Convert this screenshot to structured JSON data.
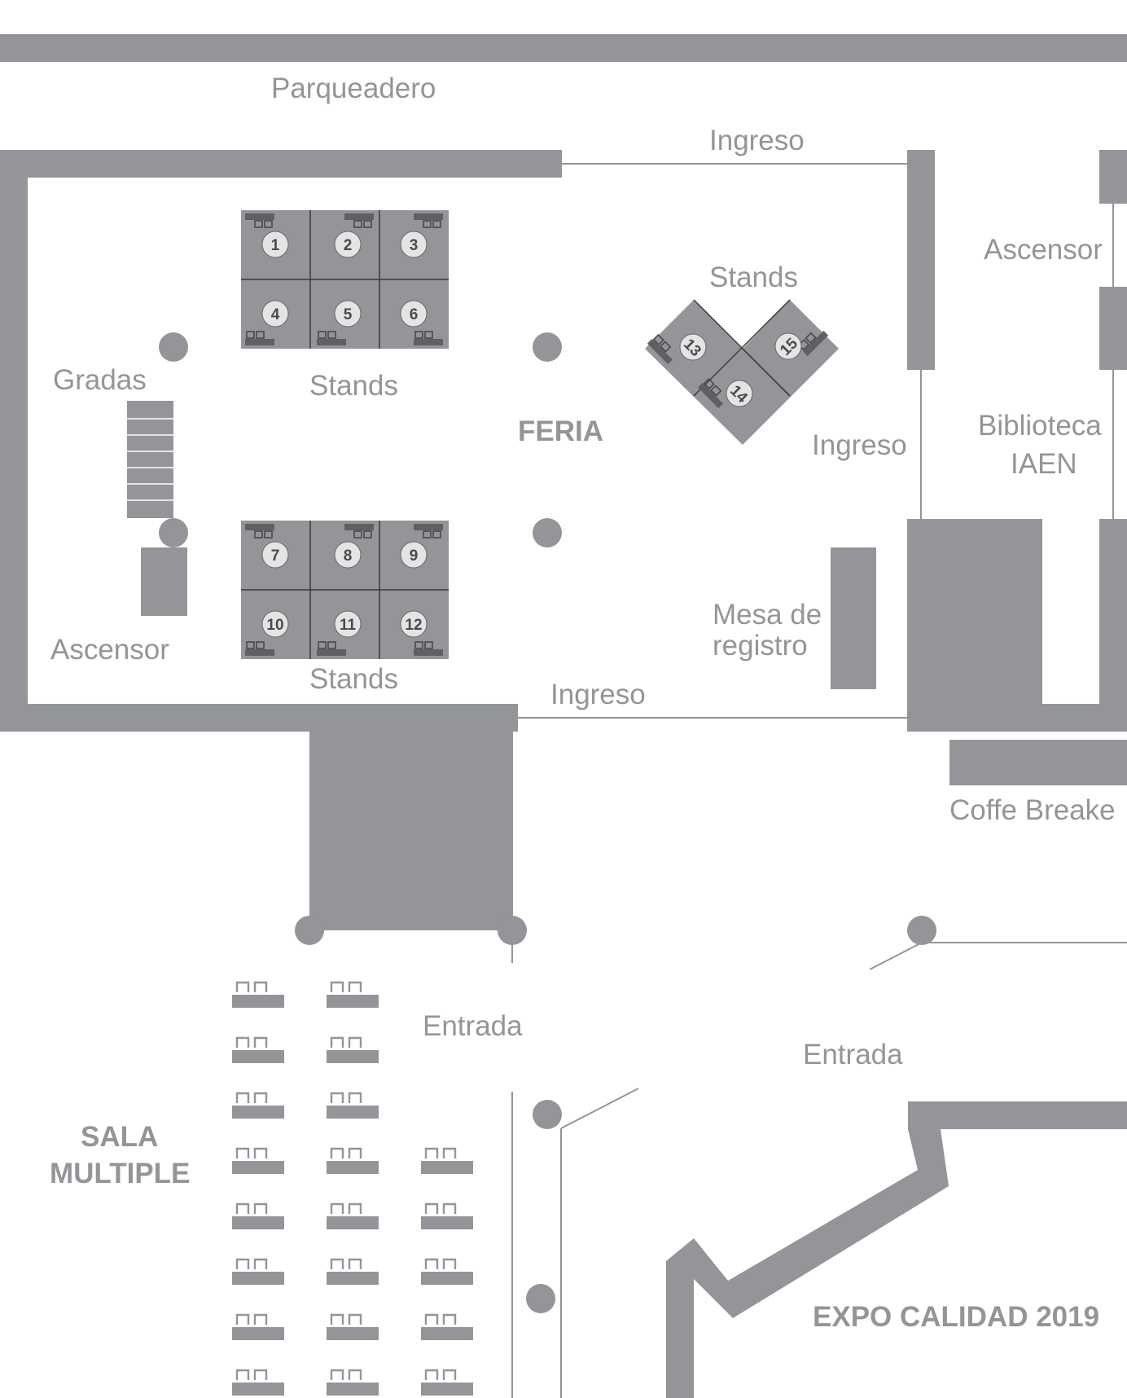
{
  "colors": {
    "wall": "#939598",
    "background": "#ffffff",
    "stand_fill": "#939598",
    "desk": "#5f6063",
    "badge": "#e4e4e5"
  },
  "labels": {
    "parqueadero": "Parqueadero",
    "ingreso_top": "Ingreso",
    "ingreso_right": "Ingreso",
    "ingreso_bottom": "Ingreso",
    "ascensor_right": "Ascensor",
    "ascensor_left": "Ascensor",
    "stands_top": "Stands",
    "stands_mid": "Stands",
    "stands_bottom": "Stands",
    "gradas": "Gradas",
    "feria": "FERIA",
    "biblioteca_1": "Biblioteca",
    "biblioteca_2": "IAEN",
    "mesa_1": "Mesa de",
    "mesa_2": "registro",
    "coffee": "Coffe Breake",
    "entrada_left": "Entrada",
    "entrada_right": "Entrada",
    "sala_1": "SALA",
    "sala_2": "MULTIPLE",
    "expo": "EXPO CALIDAD 2019"
  },
  "stands": [
    "1",
    "2",
    "3",
    "4",
    "5",
    "6",
    "7",
    "8",
    "9",
    "10",
    "11",
    "12",
    "13",
    "14",
    "15"
  ],
  "sala_multiple_seats": {
    "rows": 8,
    "columns_first_rows": 2,
    "columns_other_rows": 3
  },
  "icons": [
    "column-icon",
    "stairs-icon",
    "desk-chairs-icon"
  ]
}
